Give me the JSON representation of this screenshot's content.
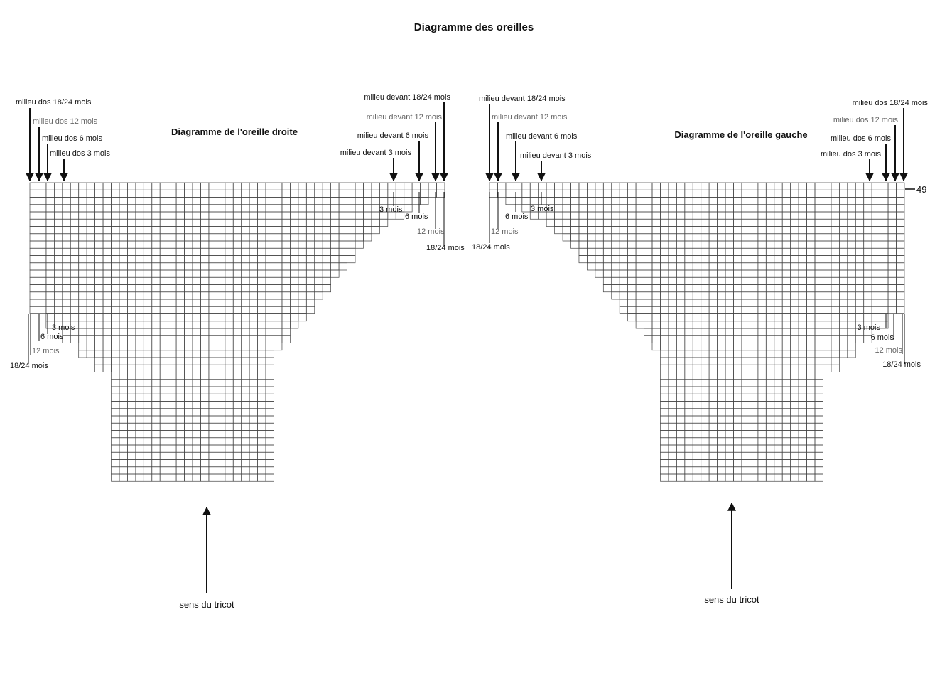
{
  "title": "Diagramme des oreilles",
  "right_ear": {
    "title": "Diagramme de l'oreille droite",
    "top_back_labels": [
      {
        "text": "milieu dos 18/24 mois",
        "grey": false
      },
      {
        "text": "milieu dos 12 mois",
        "grey": true
      },
      {
        "text": "milieu dos 6 mois",
        "grey": false
      },
      {
        "text": "milieu dos 3 mois",
        "grey": false
      }
    ],
    "top_front_labels": [
      {
        "text": "milieu devant 18/24 mois",
        "grey": false
      },
      {
        "text": "milieu devant 12 mois",
        "grey": true
      },
      {
        "text": "milieu devant 6 mois",
        "grey": false
      },
      {
        "text": "milieu devant 3 mois",
        "grey": false
      }
    ],
    "bottom_left_labels": [
      {
        "text": "3 mois",
        "grey": false
      },
      {
        "text": "6 mois",
        "grey": false
      },
      {
        "text": "12 mois",
        "grey": true
      },
      {
        "text": "18/24 mois",
        "grey": false
      }
    ],
    "bottom_inner_labels": [
      {
        "text": "3 mois",
        "grey": false
      },
      {
        "text": "6 mois",
        "grey": false
      },
      {
        "text": "12 mois",
        "grey": true
      },
      {
        "text": "18/24 mois",
        "grey": false
      }
    ],
    "direction": "sens du tricot"
  },
  "left_ear": {
    "title": "Diagramme de l'oreille gauche",
    "top_front_labels": [
      {
        "text": "milieu devant 18/24 mois",
        "grey": false
      },
      {
        "text": "milieu devant 12 mois",
        "grey": true
      },
      {
        "text": "milieu devant 6 mois",
        "grey": false
      },
      {
        "text": "milieu devant 3 mois",
        "grey": false
      }
    ],
    "top_back_labels": [
      {
        "text": "milieu dos 18/24 mois",
        "grey": false
      },
      {
        "text": "milieu dos 12 mois",
        "grey": true
      },
      {
        "text": "milieu dos 6 mois",
        "grey": false
      },
      {
        "text": "milieu dos 3 mois",
        "grey": false
      }
    ],
    "bottom_inner_labels": [
      {
        "text": "3 mois",
        "grey": false
      },
      {
        "text": "6 mois",
        "grey": false
      },
      {
        "text": "12 mois",
        "grey": true
      },
      {
        "text": "18/24 mois",
        "grey": false
      }
    ],
    "bottom_right_labels": [
      {
        "text": "3 mois",
        "grey": false
      },
      {
        "text": "6 mois",
        "grey": false
      },
      {
        "text": "12 mois",
        "grey": true
      },
      {
        "text": "18/24 mois",
        "grey": false
      }
    ],
    "direction": "sens du tricot"
  },
  "row_marker": "49",
  "colors": {
    "line": "#111111",
    "grid": "#444444",
    "grey_text": "#666666"
  }
}
